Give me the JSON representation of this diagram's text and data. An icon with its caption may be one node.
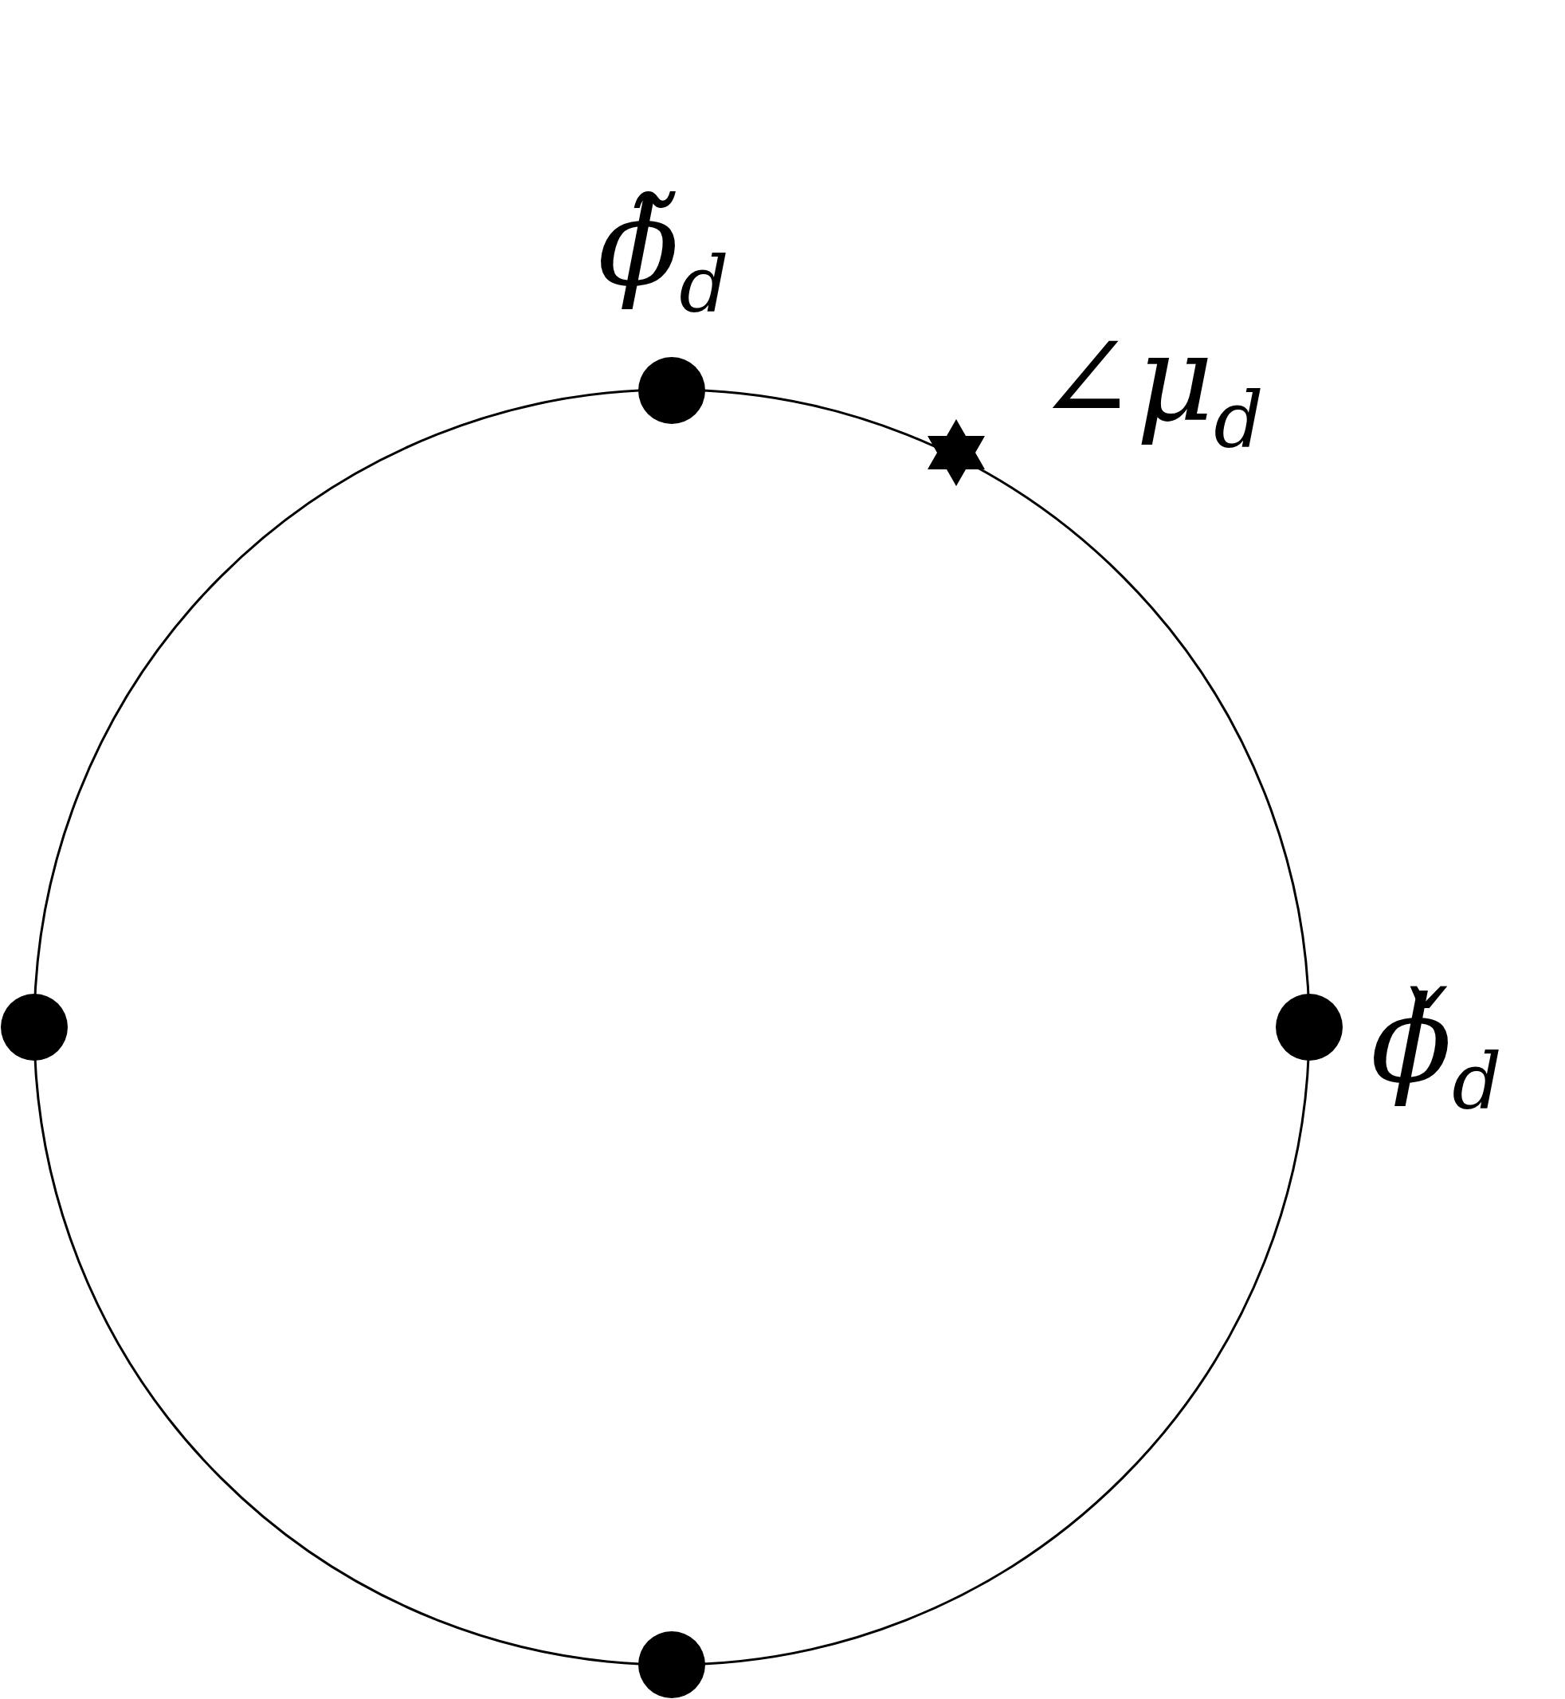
{
  "diagram": {
    "labels": [
      "ϕ̃$_{d}$",
      "∠μ$_{d}$",
      "ϕ̌$_{d}$"
    ]
  }
}
